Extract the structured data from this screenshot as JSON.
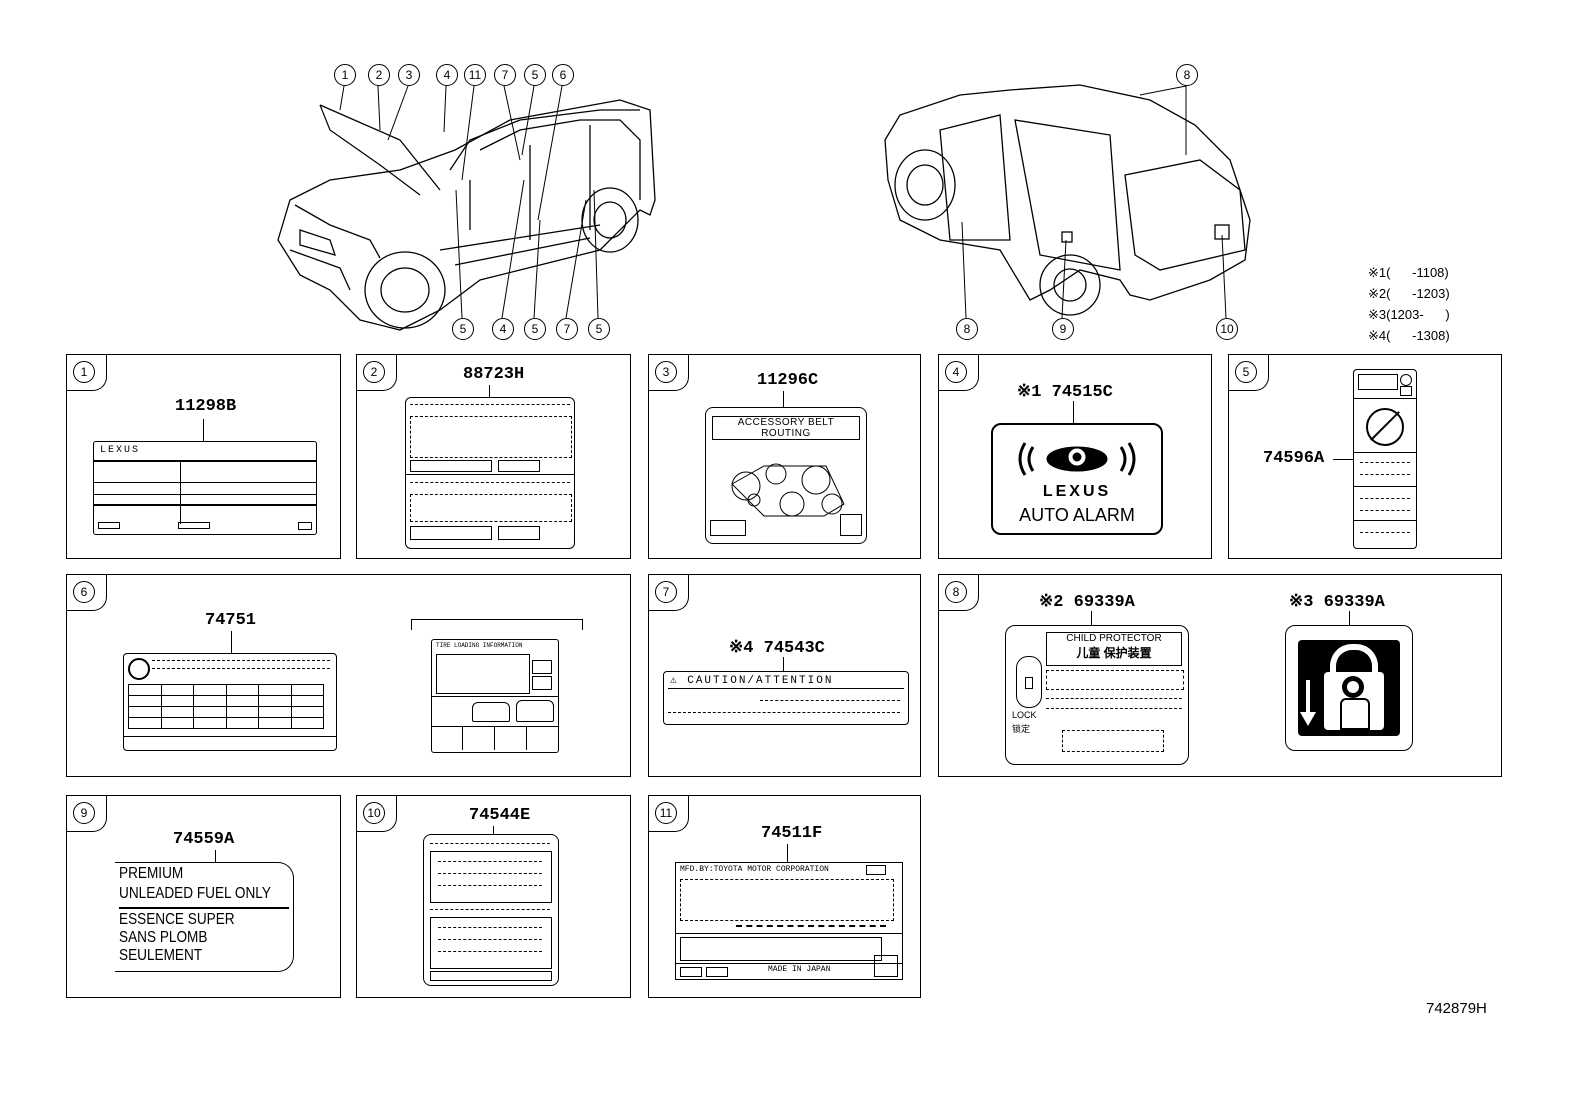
{
  "diagram_code": "742879H",
  "front_callouts": [
    "1",
    "2",
    "3",
    "4",
    "11",
    "7",
    "5",
    "6"
  ],
  "front_bottom_callouts": [
    "5",
    "4",
    "5",
    "7",
    "5"
  ],
  "rear_callouts": {
    "top": "8",
    "bottom": [
      "8",
      "9",
      "10"
    ]
  },
  "notes": [
    {
      "mark": "※1",
      "text": "(      -1108)"
    },
    {
      "mark": "※2",
      "text": "(      -1203)"
    },
    {
      "mark": "※3",
      "text": "(1203-      )"
    },
    {
      "mark": "※4",
      "text": "(      -1308)"
    }
  ],
  "panels": [
    {
      "num": "1",
      "part": "11298B",
      "brand": "LEXUS"
    },
    {
      "num": "2",
      "part": "88723H"
    },
    {
      "num": "3",
      "part": "11296C",
      "label_title": "ACCESSORY BELT ROUTING"
    },
    {
      "num": "4",
      "part": "※1 74515C",
      "brand": "LEXUS",
      "label_title": "AUTO ALARM"
    },
    {
      "num": "5",
      "part": "74596A"
    },
    {
      "num": "6",
      "part": "74751",
      "label_title": "TIRE LOADING INFORMATION"
    },
    {
      "num": "7",
      "part": "※4 74543C",
      "label_title": "⚠ CAUTION/ATTENTION"
    },
    {
      "num": "8",
      "part_a": "※2 69339A",
      "part_b": "※3 69339A",
      "label_title": "CHILD PROTECTOR",
      "label_title_cn": "儿童 保护装置",
      "lock_text": "LOCK",
      "lock_text_cn": "锁定"
    },
    {
      "num": "9",
      "part": "74559A",
      "lines": [
        "PREMIUM",
        "UNLEADED FUEL ONLY",
        "ESSENCE SUPER",
        "SANS PLOMB",
        "SEULEMENT"
      ]
    },
    {
      "num": "10",
      "part": "74544E"
    },
    {
      "num": "11",
      "part": "74511F",
      "label_title": "MFD.BY:TOYOTA MOTOR CORPORATION",
      "footer": "MADE IN JAPAN"
    }
  ]
}
